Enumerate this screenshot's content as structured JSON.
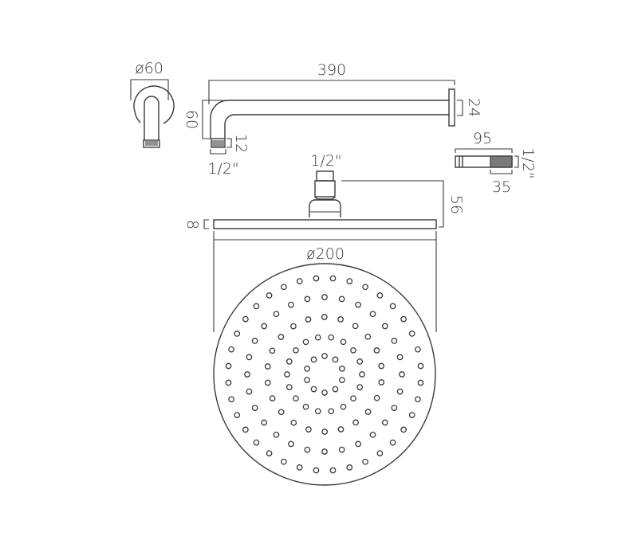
{
  "drawing": {
    "subject": "Round shower head with wall arm",
    "stroke_color": "#3a3a3a",
    "background": "#ffffff"
  },
  "dimensions": {
    "wall_flange_diameter": "ø60",
    "arm_length": "390",
    "arm_drop": "60",
    "arm_end_height": "24",
    "arm_thread_length": "12",
    "arm_thread_size": "1/2\"",
    "connector_length": "95",
    "connector_thread_length": "35",
    "connector_thread_size": "1/2\"",
    "head_inlet_thread": "1/2\"",
    "head_total_height": "56",
    "head_plate_thickness": "8",
    "head_diameter": "ø200"
  },
  "nozzle_rings": [
    {
      "radius": 23,
      "count": 10,
      "offset_deg": 18
    },
    {
      "radius": 47,
      "count": 18,
      "offset_deg": 0
    },
    {
      "radius": 72,
      "count": 22,
      "offset_deg": 8
    },
    {
      "radius": 97,
      "count": 28,
      "offset_deg": 0
    },
    {
      "radius": 121,
      "count": 36,
      "offset_deg": 5
    }
  ]
}
